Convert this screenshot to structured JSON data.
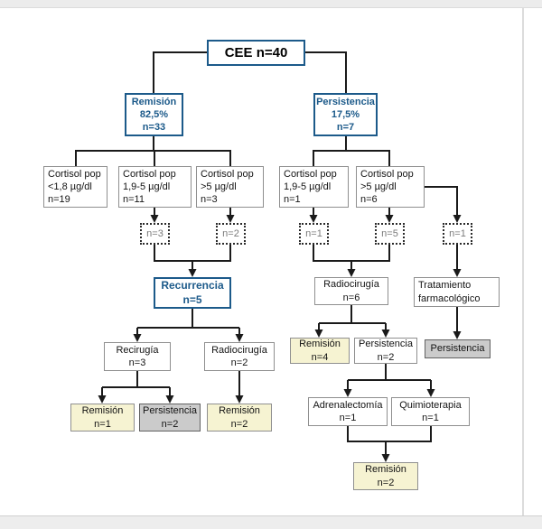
{
  "figure": {
    "description": "Flow diagram of CEE patient outcomes",
    "colors": {
      "accent_blue": "#1c5a8a",
      "highlight_cream": "#f6f3d2",
      "highlight_gray": "#cbcbcb",
      "connector_black": "#1a1a1a"
    }
  },
  "nodes": {
    "cee": {
      "label": "CEE n=40"
    },
    "remision": {
      "label": "Remisión\n82,5%\nn=33"
    },
    "persistencia": {
      "label": "Persistencia\n17,5%\nn=7"
    },
    "cort_lt18": {
      "label": "Cortisol pop\n<1,8 µg/dl\nn=19"
    },
    "cort_19_5_l": {
      "label": "Cortisol pop\n1,9-5 µg/dl\nn=11"
    },
    "cort_gt5_l": {
      "label": "Cortisol pop\n>5 µg/dl\nn=3"
    },
    "cort_19_5_r": {
      "label": "Cortisol pop\n1,9-5 µg/dl\nn=1"
    },
    "cort_gt5_r": {
      "label": "Cortisol pop\n>5 µg/dl\nn=6"
    },
    "sub_n3": {
      "label": "n=3"
    },
    "sub_n2": {
      "label": "n=2"
    },
    "sub_n1a": {
      "label": "n=1"
    },
    "sub_n5": {
      "label": "n=5"
    },
    "sub_n1b": {
      "label": "n=1"
    },
    "recurrencia": {
      "label": "Recurrencia\nn=5"
    },
    "radiocirugia6": {
      "label": "Radiocirugía\nn=6"
    },
    "tratamiento": {
      "label": "Tratamiento\nfarmacológico"
    },
    "recirugia3": {
      "label": "Recirugía\nn=3"
    },
    "radiocirugia2": {
      "label": "Radiocirugía\nn=2"
    },
    "remision4": {
      "label": "Remisión\nn=4"
    },
    "persistencia2_right": {
      "label": "Persistencia\nn=2"
    },
    "persistencia_farm": {
      "label": "Persistencia"
    },
    "remision1": {
      "label": "Remisión\nn=1"
    },
    "persistencia2_left": {
      "label": "Persistencia\nn=2"
    },
    "remision2_mid": {
      "label": "Remisión\nn=2"
    },
    "adrenalectomia": {
      "label": "Adrenalectomía\nn=1"
    },
    "quimioterapia": {
      "label": "Quimioterapia\nn=1"
    },
    "remision2_bottom": {
      "label": "Remisión\nn=2"
    }
  }
}
